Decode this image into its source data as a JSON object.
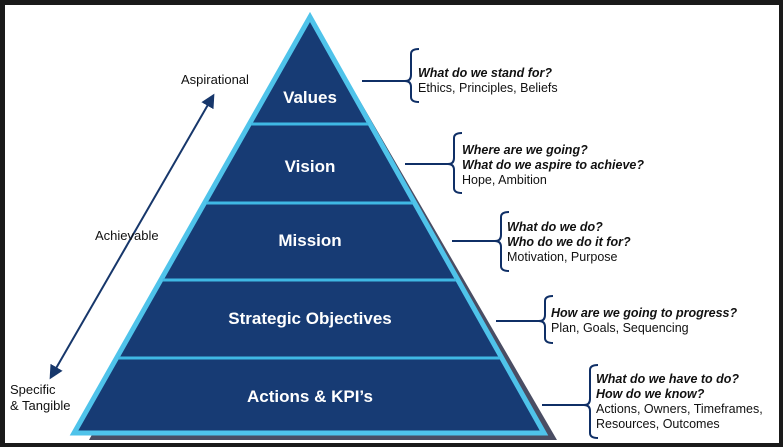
{
  "side_labels": {
    "top": "Aspirational",
    "middle": "Achievable",
    "bottom_line1": "Specific",
    "bottom_line2": "& Tangible"
  },
  "levels": [
    {
      "label": "Values"
    },
    {
      "label": "Vision"
    },
    {
      "label": "Mission"
    },
    {
      "label": "Strategic Objectives"
    },
    {
      "label": "Actions & KPI’s"
    }
  ],
  "annotations": [
    {
      "questions": [
        "What do we stand for?"
      ],
      "text": [
        "Ethics, Principles, Beliefs"
      ]
    },
    {
      "questions": [
        "Where are we going?",
        "What do we aspire to achieve?"
      ],
      "text": [
        "Hope, Ambition"
      ]
    },
    {
      "questions": [
        "What do we do?",
        "Who do we do it for?"
      ],
      "text": [
        "Motivation, Purpose"
      ]
    },
    {
      "questions": [
        "How are we going to progress?"
      ],
      "text": [
        "Plan, Goals, Sequencing"
      ]
    },
    {
      "questions": [
        "What do we have to do?",
        "How do we know?"
      ],
      "text": [
        "Actions, Owners, Timeframes,",
        "Resources, Outcomes"
      ]
    }
  ],
  "colors": {
    "level_fill": "#173b74",
    "outline": "#4fc3ea",
    "shadow": "#4a4d63",
    "divider": "#3fb8e4",
    "arrow": "#17376b",
    "bracket": "#0f2f66"
  }
}
